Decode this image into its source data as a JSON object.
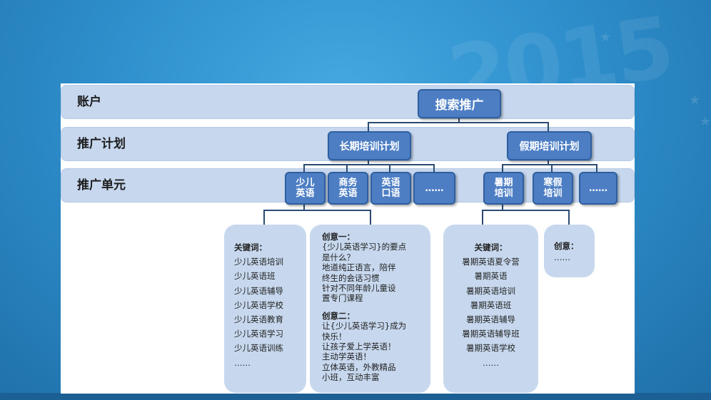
{
  "rows": {
    "account": "账户",
    "plan": "推广计划",
    "unit": "推广单元"
  },
  "root": "搜索推广",
  "plans": [
    "长期培训计划",
    "假期培训计划"
  ],
  "units_long": [
    {
      "line1": "少儿",
      "line2": "英语"
    },
    {
      "line1": "商务",
      "line2": "英语"
    },
    {
      "line1": "英语",
      "line2": "口语"
    },
    {
      "line1": "……",
      "line2": ""
    }
  ],
  "units_holiday": [
    {
      "line1": "暑期",
      "line2": "培训"
    },
    {
      "line1": "寒假",
      "line2": "培训"
    },
    {
      "line1": "……",
      "line2": ""
    }
  ],
  "kw_children": {
    "title": "关键词：",
    "items": [
      "少儿英语培训",
      "少儿英语班",
      "少儿英语辅导",
      "少儿英语学校",
      "少儿英语教育",
      "少儿英语学习",
      "少儿英语训练",
      "……"
    ]
  },
  "creative_children": {
    "c1_title": "创意一：",
    "c1_lines": [
      "{少儿英语学习}的要点",
      "是什么？",
      "地道纯正语言，陪伴",
      "终生的会话习惯",
      "针对不同年龄儿童设",
      "置专门课程"
    ],
    "c2_title": "创意二：",
    "c2_lines": [
      "让{少儿英语学习}成为",
      "快乐！",
      "让孩子爱上学英语！",
      "主动学英语！",
      "立体英语，外教精品",
      "小班，互动丰富"
    ]
  },
  "kw_summer": {
    "title": "关键词：",
    "items": [
      "暑期英语夏令营",
      "暑期英语",
      "暑期英语培训",
      "暑期英语班",
      "暑期英语辅导",
      "暑期英语辅导班",
      "暑期英语学校",
      "……"
    ]
  },
  "creative_summer": {
    "title": "创意：",
    "body": "……"
  },
  "decor": {
    "watermark": "2015"
  }
}
